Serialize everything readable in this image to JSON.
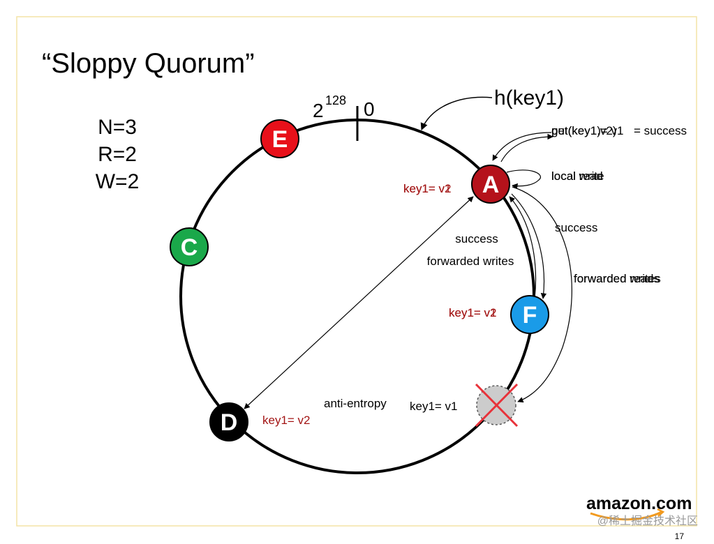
{
  "title": "“Sloppy Quorum”",
  "params": [
    "N=3",
    "R=2",
    "W=2"
  ],
  "ring": {
    "top_base": "2",
    "top_exp": "128",
    "zero": "0"
  },
  "hash_label": "h(key1)",
  "nodes": {
    "E": "E",
    "A": "A",
    "C": "C",
    "F": "F",
    "D": "D",
    "X": ""
  },
  "labels": {
    "client_top": "put(key1,v2)",
    "client_top_overlay": "get(key1)= v1",
    "client_success": "= success",
    "local": "local write",
    "local_overlay": "local read",
    "success_right": "success",
    "forwarded_right": "forwarded writes",
    "forwarded_right_overlay": "forwarded reads",
    "success_center": "success",
    "forwarded_center": "forwarded writes",
    "key_a": "key1= v2",
    "key_a_overlay": "key1= v1",
    "key_f": "key1= v2",
    "key_f_overlay": "key1= v1",
    "key_d": "key1= v2",
    "key_x": "key1= v1",
    "anti_entropy": "anti-entropy"
  },
  "footer": {
    "logo": "amazon.com",
    "watermark": "@稀土掘金技术社区",
    "page": "17"
  },
  "colors": {
    "frame": "#f3e3a6",
    "red_node": "#e8101a",
    "dark_red_node": "#b5121b",
    "green_node": "#1aa84a",
    "blue_node": "#1a9be8",
    "black_node": "#000000",
    "grey_node": "#cccccc",
    "cross": "#e8323a",
    "key_text": "#a31515"
  }
}
